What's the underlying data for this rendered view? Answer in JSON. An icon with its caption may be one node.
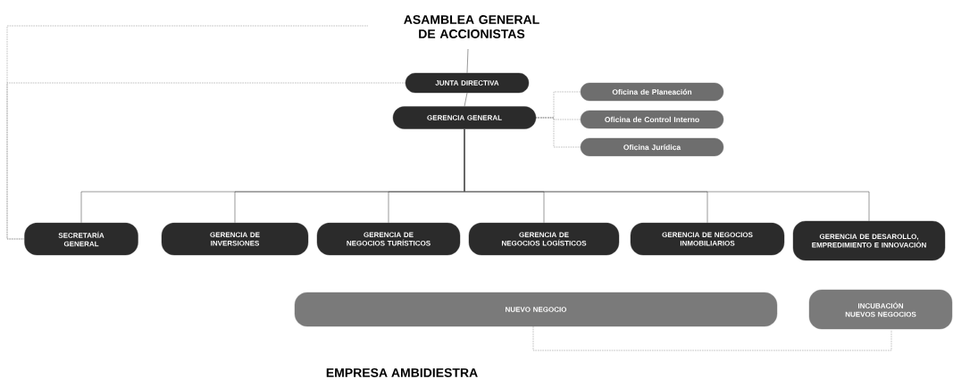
{
  "diagram": {
    "nodes": [
      {
        "text": [
          "ASAMBLEA GENERAL DE ACCIONISTAS"
        ]
      },
      {
        "text": [
          "JUNTA DIRECTIVA"
        ]
      },
      {
        "text": [
          "GERENCIA GENERAL"
        ]
      },
      {
        "text": [
          "Oficina de Planeación"
        ]
      },
      {
        "text": [
          "Oficina de Control Interno"
        ]
      },
      {
        "text": [
          "Oficina Jurídica"
        ]
      },
      {
        "text": [
          "SECRETARÍA GENERAL"
        ]
      },
      {
        "text": [
          "GERENCIA DE INVERSIONES"
        ]
      },
      {
        "text": [
          "GERENCIA DE NEGOCIOS TURÍSTICOS"
        ]
      },
      {
        "text": [
          "GERENCIA DE NEGOCIOS LOGÍSTICOS"
        ]
      },
      {
        "text": [
          "GERENCIA DE NEGOCIOS INMOBILIARIOS"
        ]
      },
      {
        "text": [
          "GERENCIA DE DESAROLLO, EMPREDIMIENTO E INNOVACIÓN"
        ]
      },
      {
        "text": [
          "NUEVO NEGOCIO"
        ]
      },
      {
        "text": [
          "INCUBACIÓN NUEVOS NEGOCIOS"
        ]
      }
    ],
    "edges": [
      {
        "from": 0,
        "to": 1,
        "arrow": "none"
      },
      {
        "from": 1,
        "to": 2,
        "arrow": "none"
      },
      {
        "from": 2,
        "to": 3,
        "arrow": "none",
        "style": "dashed"
      },
      {
        "from": 2,
        "to": 4,
        "arrow": "none",
        "style": "dashed"
      },
      {
        "from": 2,
        "to": 5,
        "arrow": "none",
        "style": "dashed"
      },
      {
        "from": 2,
        "to": 6,
        "arrow": "none"
      },
      {
        "from": 2,
        "to": 7,
        "arrow": "none"
      },
      {
        "from": 2,
        "to": 8,
        "arrow": "none"
      },
      {
        "from": 2,
        "to": 9,
        "arrow": "none"
      },
      {
        "from": 2,
        "to": 10,
        "arrow": "none"
      },
      {
        "from": 2,
        "to": 11,
        "arrow": "none"
      },
      {
        "from": 0,
        "to": 6,
        "arrow": "none",
        "style": "dashed"
      },
      {
        "from": 1,
        "to": 6,
        "arrow": "none",
        "style": "dashed"
      },
      {
        "from": 12,
        "to": 13,
        "arrow": "none",
        "style": "dashed"
      }
    ],
    "labels": [
      "EMPRESA AMBIDIESTRA"
    ]
  }
}
